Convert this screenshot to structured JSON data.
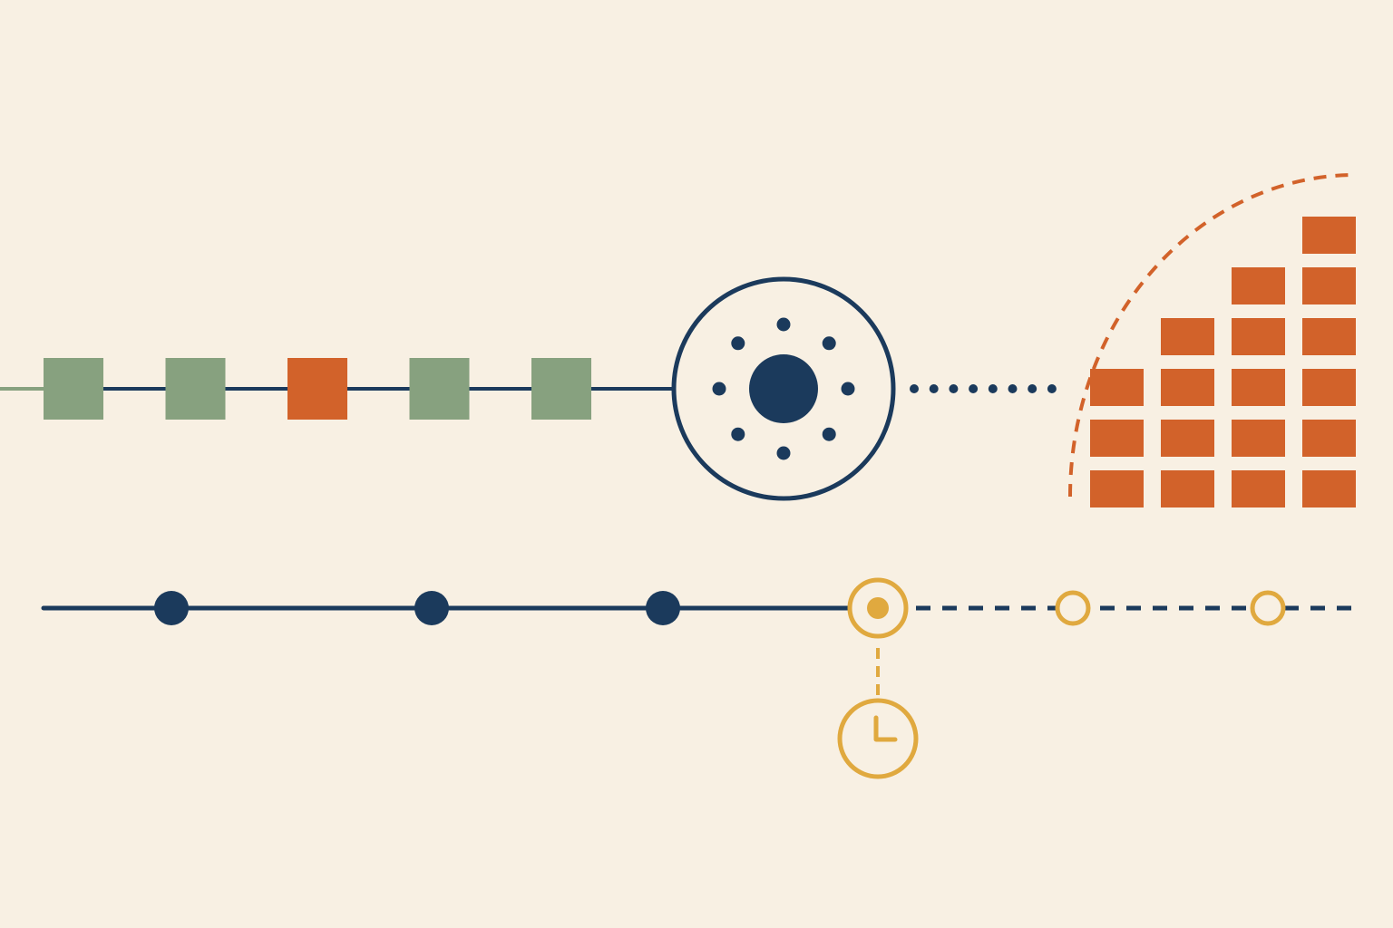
{
  "colors": {
    "background": "#f8f0e3",
    "navy": "#1b3a5c",
    "sage": "#87a17f",
    "orange": "#d2622a",
    "gold": "#e0a93f"
  },
  "queue": {
    "blocks": [
      "sage",
      "sage",
      "orange",
      "sage",
      "sage"
    ]
  },
  "hub": {
    "icon": "processing-hub-icon",
    "satellite_dots": 8
  },
  "output_grid": {
    "columns": [
      {
        "blocks": 3
      },
      {
        "blocks": 4
      },
      {
        "blocks": 5
      },
      {
        "blocks": 6
      }
    ]
  },
  "timeline": {
    "completed_steps": 3,
    "current_step": 1,
    "pending_steps": 2,
    "current_icon": "clock-icon"
  }
}
